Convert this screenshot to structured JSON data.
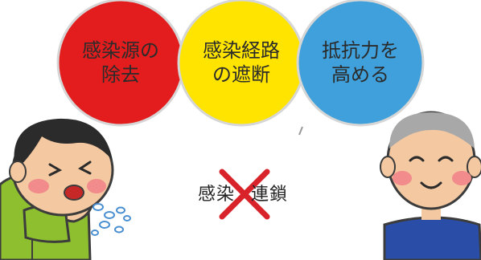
{
  "circles": [
    {
      "label": "感染源の\n除去",
      "color": "#e31d1d"
    },
    {
      "label": "感染経路\nの遮断",
      "color": "#ffe400"
    },
    {
      "label": "抵抗力を\n高める",
      "color": "#3fa0db"
    }
  ],
  "chain": {
    "before": "感染",
    "after": "連鎖"
  },
  "colors": {
    "cross": "#d9232a",
    "circle_border": "#d6d6d6"
  }
}
